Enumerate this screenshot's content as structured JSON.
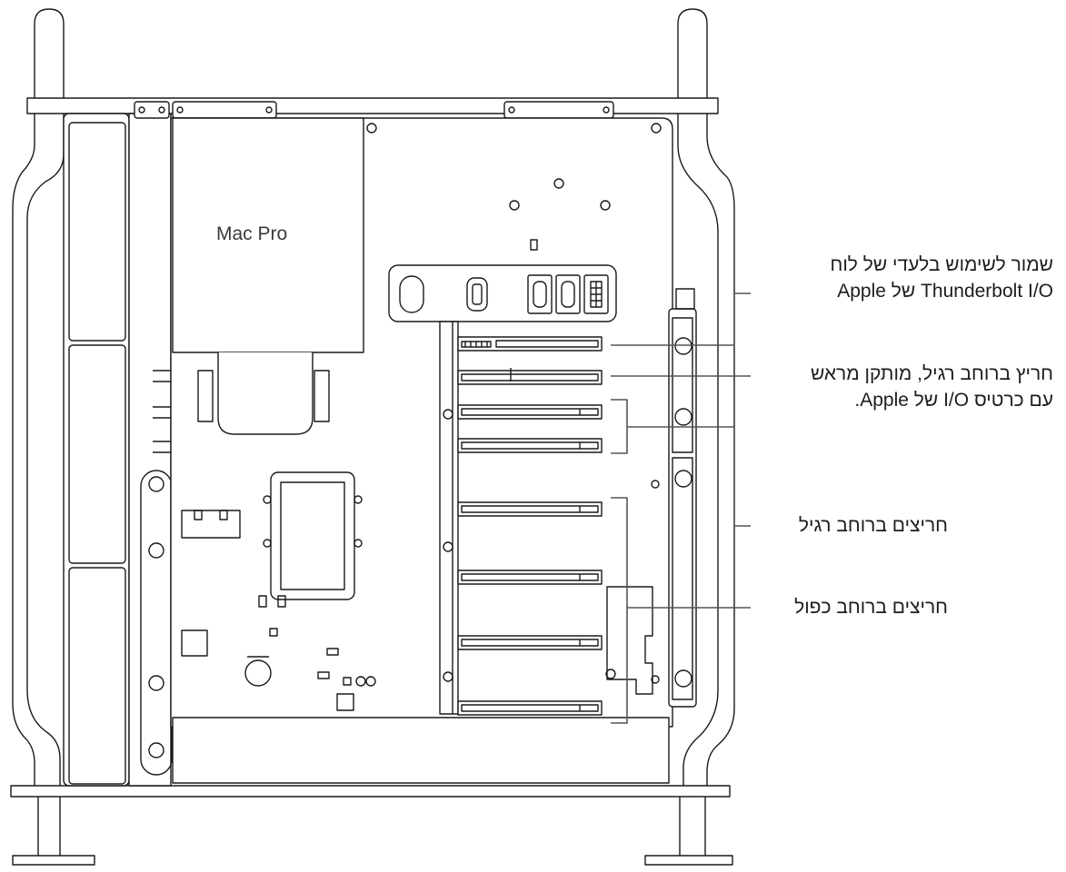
{
  "brand": {
    "apple_mark": "",
    "product_label": "Mac Pro"
  },
  "callouts": {
    "thunderbolt_io": {
      "line1": "שמור לשימוש בלעדי של לוח",
      "line2": "Thunderbolt I/O של Apple"
    },
    "standard_slot_io_card": {
      "line1": "חריץ ברוחב רגיל, מותקן מראש",
      "line2": "עם כרטיס I/O של Apple."
    },
    "standard_slots": {
      "line1": "חריצים ברוחב רגיל"
    },
    "double_slots": {
      "line1": "חריצים ברוחב כפול"
    }
  }
}
